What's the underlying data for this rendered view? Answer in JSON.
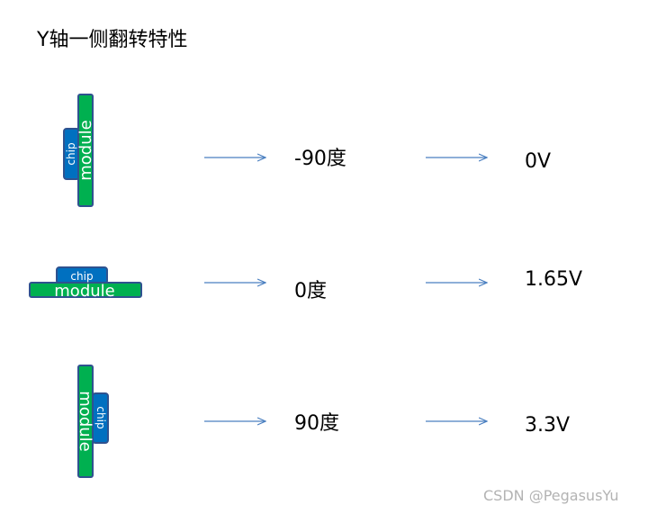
{
  "title": "Y轴一侧翻转特性",
  "rows": [
    {
      "angle": "-90度",
      "voltage": "0V"
    },
    {
      "angle": "0度",
      "voltage": "1.65V"
    },
    {
      "angle": "90度",
      "voltage": "3.3V"
    }
  ],
  "labels": {
    "chip": "chip",
    "module": "module"
  },
  "watermark": "CSDN @PegasusYu",
  "colors": {
    "module": "#00b050",
    "chip": "#0070c0",
    "border": "#2f528f",
    "arrow": "#4a7fc0"
  }
}
